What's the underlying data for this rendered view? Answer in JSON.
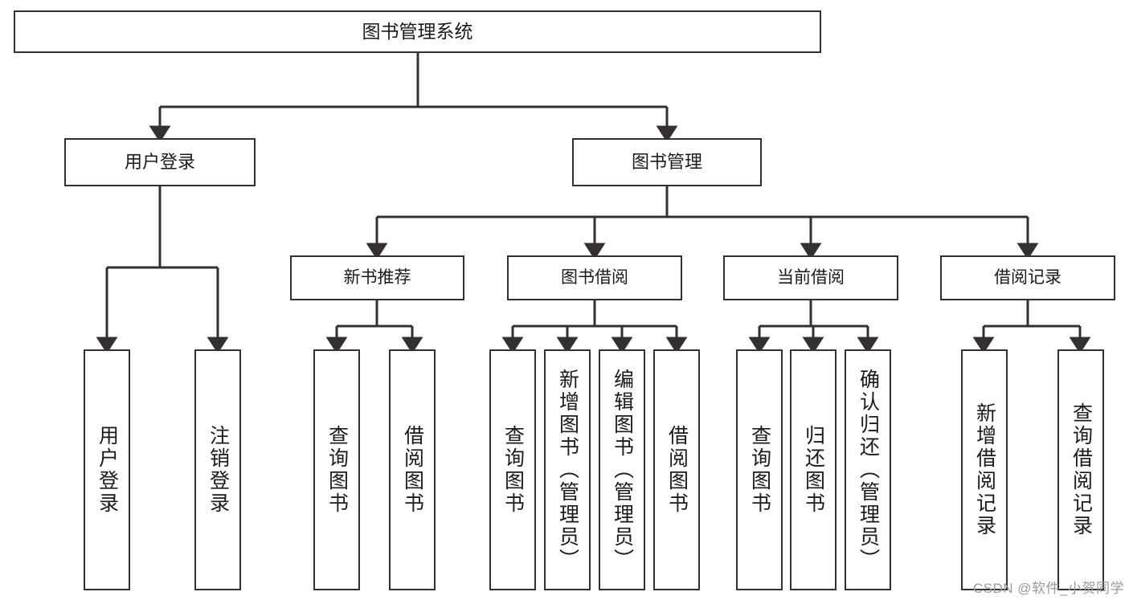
{
  "diagram": {
    "title": "图书管理系统",
    "watermark": "CSDN @软件_小贺同学",
    "colors": {
      "stroke": "#33302f",
      "box_fill": "#ffffff",
      "text": "#1a1a1a",
      "watermark": "#9a9a9a",
      "background": "#ffffff"
    },
    "root": {
      "label": "图书管理系统"
    },
    "level1": [
      {
        "label": "用户登录"
      },
      {
        "label": "图书管理"
      }
    ],
    "level2": [
      {
        "label": "新书推荐"
      },
      {
        "label": "图书借阅"
      },
      {
        "label": "当前借阅"
      },
      {
        "label": "借阅记录"
      }
    ],
    "leaves": {
      "user_login": [
        {
          "label": "用户登录"
        },
        {
          "label": "注销登录"
        }
      ],
      "new_book_recommend": [
        {
          "label": "查询图书"
        },
        {
          "label": "借阅图书"
        }
      ],
      "book_borrow": [
        {
          "label": "查询图书"
        },
        {
          "label": "新增图书（管理员）"
        },
        {
          "label": "编辑图书（管理员）"
        },
        {
          "label": "借阅图书"
        }
      ],
      "current_borrow": [
        {
          "label": "查询图书"
        },
        {
          "label": "归还图书"
        },
        {
          "label": "确认归还（管理员）"
        }
      ],
      "borrow_record": [
        {
          "label": "新增借阅记录"
        },
        {
          "label": "查询借阅记录"
        }
      ]
    }
  }
}
